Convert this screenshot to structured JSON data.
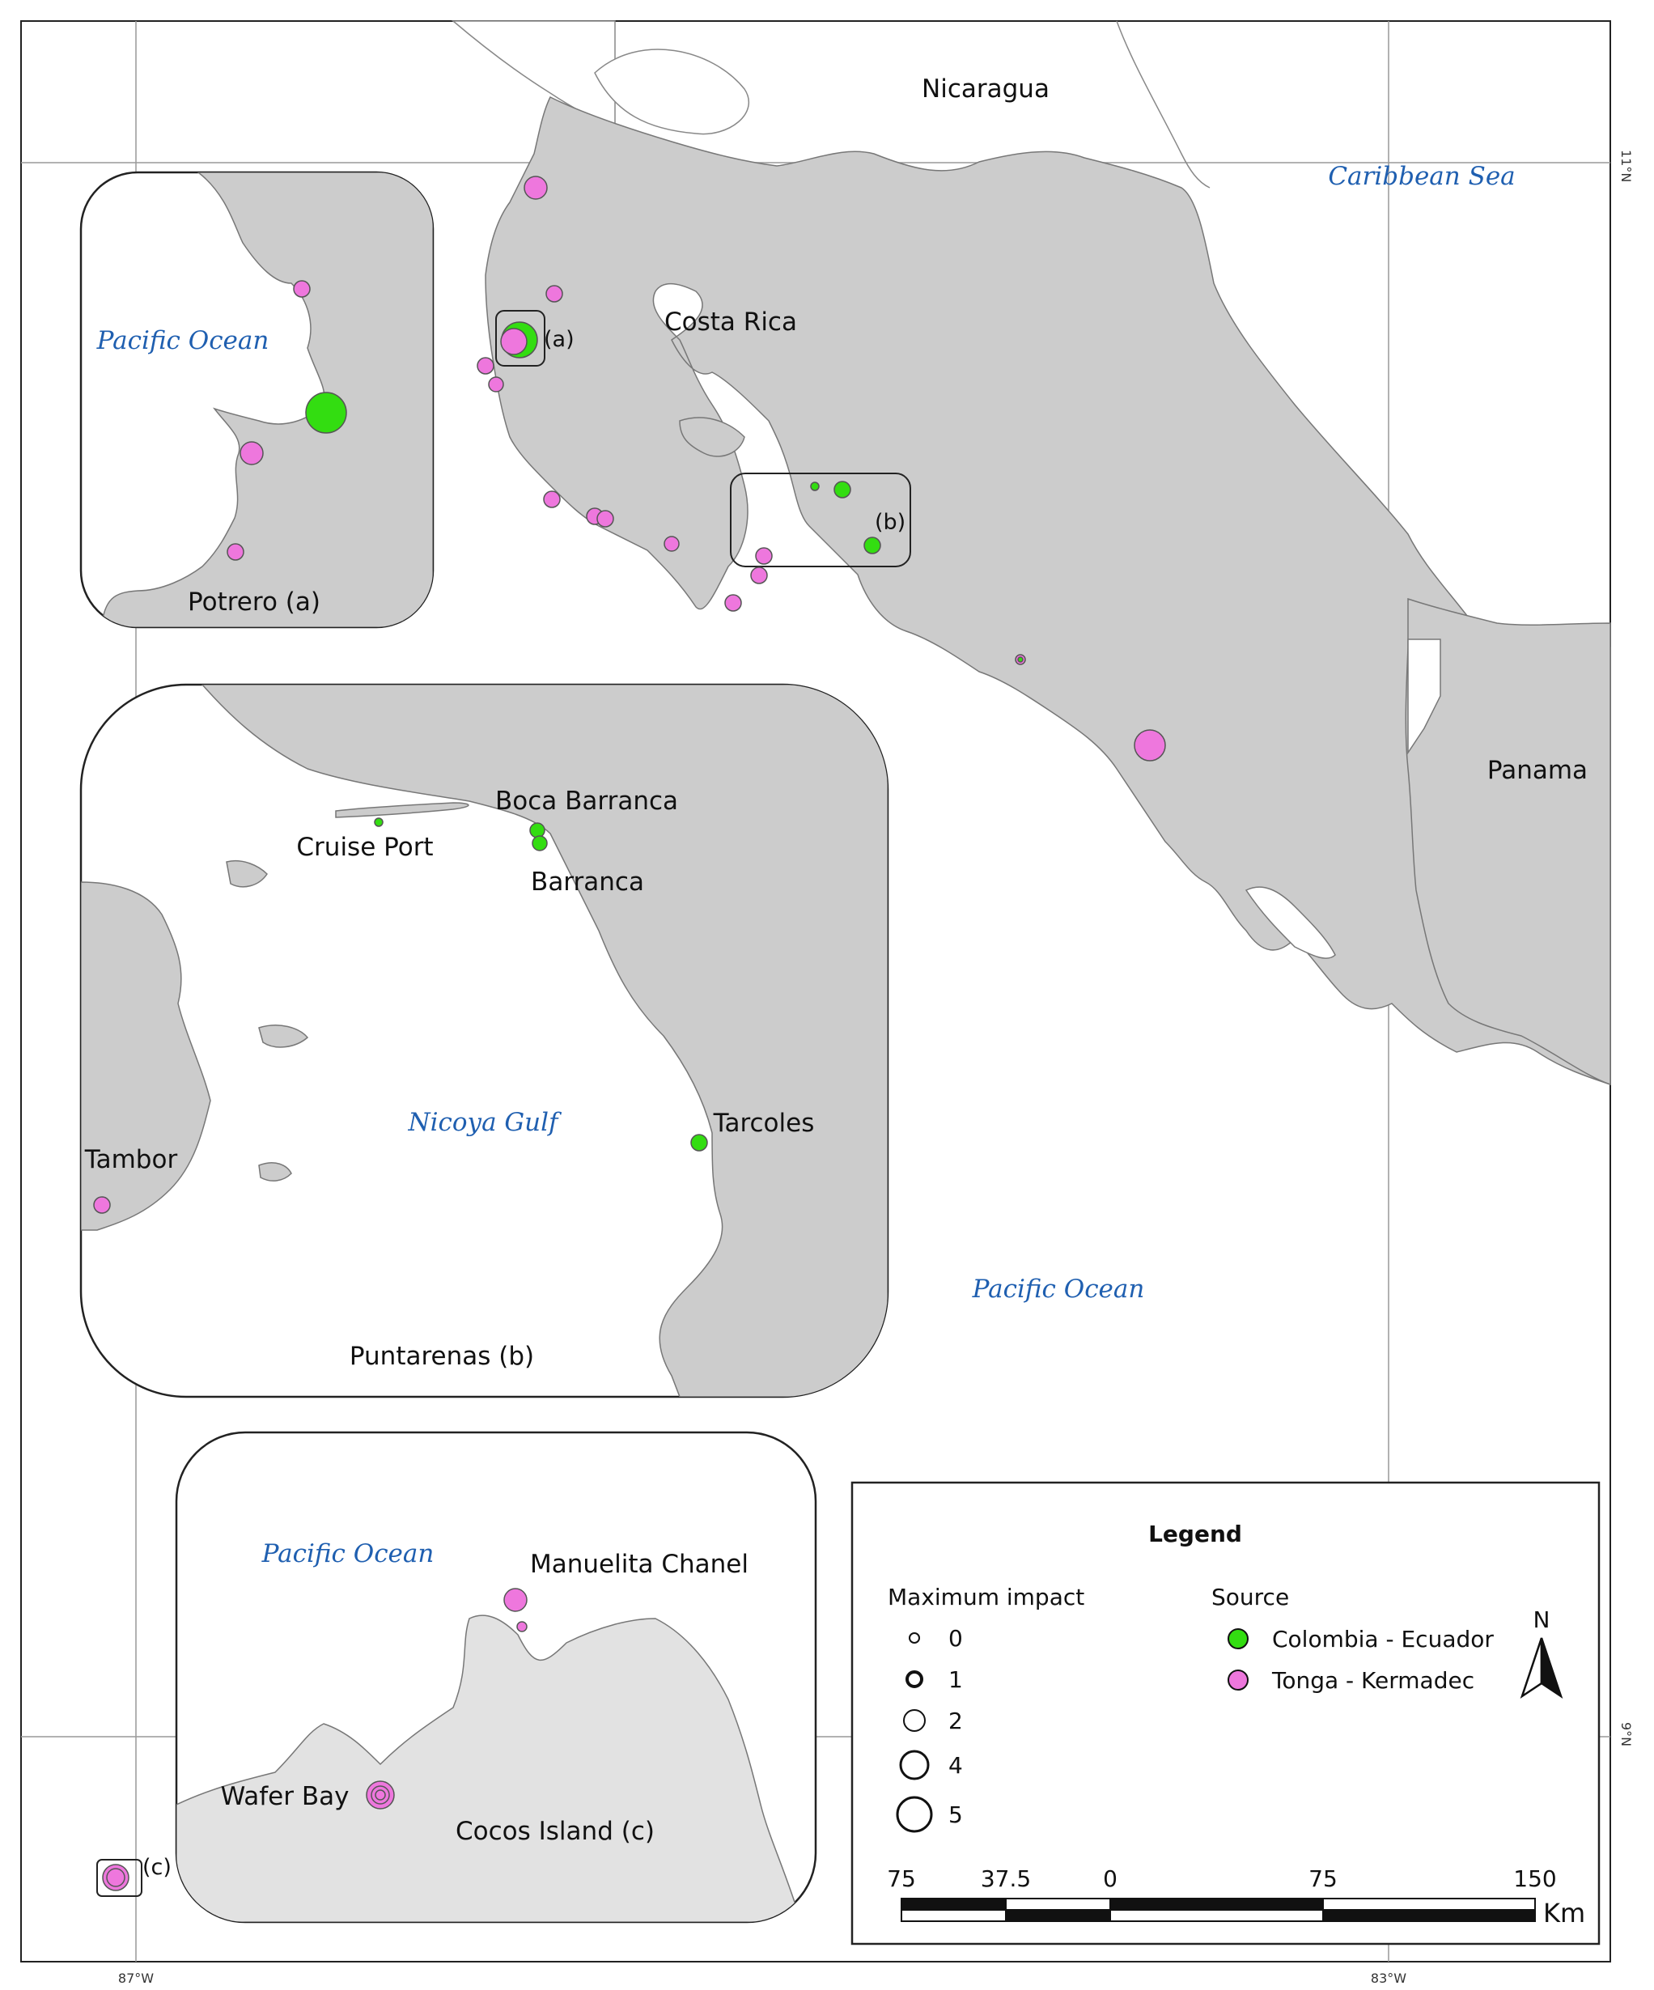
{
  "labels": {
    "nicaragua": "Nicaragua",
    "costa_rica": "Costa Rica",
    "panama": "Panama",
    "caribbean": "Caribbean Sea",
    "pacific_main": "Pacific Ocean",
    "pacific_inset_a": "Pacific Ocean",
    "pacific_inset_c": "Pacific Ocean",
    "nicoya_gulf": "Nicoya Gulf",
    "inset_a_title": "Potrero (a)",
    "inset_b_title": "Puntarenas (b)",
    "inset_c_title": "Cocos Island (c)",
    "marker_a": "(a)",
    "marker_b": "(b)",
    "marker_c": "(c)",
    "cruise_port": "Cruise Port",
    "boca_barranca": "Boca Barranca",
    "barranca": "Barranca",
    "tarcoles": "Tarcoles",
    "tambor": "Tambor",
    "manuelita": "Manuelita Chanel",
    "wafer_bay": "Wafer Bay"
  },
  "graticule": {
    "lat_11": "11°N",
    "lat_9": "9°N",
    "lon_87": "87°W",
    "lon_83": "83°W"
  },
  "legend": {
    "title": "Legend",
    "impact_heading": "Maximum impact",
    "impact_levels": [
      "0",
      "1",
      "2",
      "4",
      "5"
    ],
    "source_heading": "Source",
    "sources": [
      {
        "name": "Colombia - Ecuador",
        "color": "#33dd11"
      },
      {
        "name": "Tonga - Kermadec",
        "color": "#ee77dd"
      }
    ],
    "north": "N"
  },
  "scalebar": {
    "ticks": [
      "75",
      "37.5",
      "0",
      "75",
      "150"
    ],
    "unit": "Km"
  },
  "colors": {
    "land": "#cccccc",
    "land_light": "#e2e2e2",
    "colombia_ecuador": "#33dd11",
    "tonga_kermadec": "#ee77dd",
    "ocean_text": "#1f5fb0"
  }
}
